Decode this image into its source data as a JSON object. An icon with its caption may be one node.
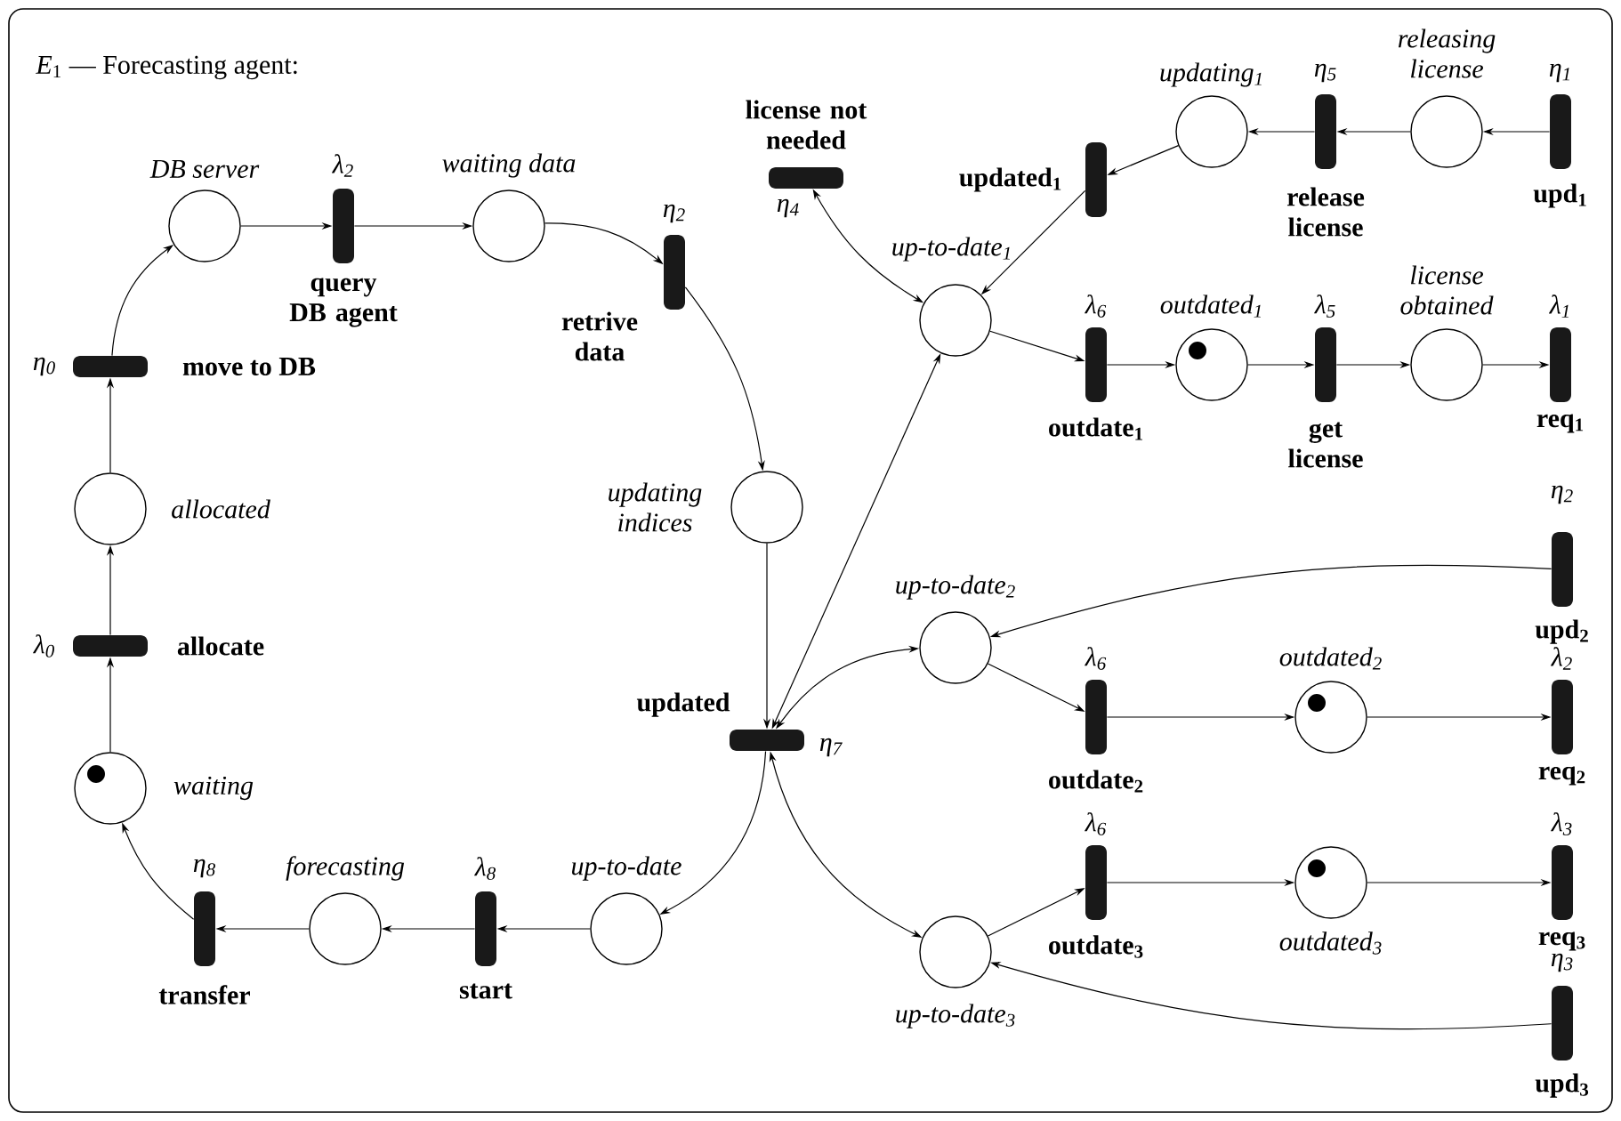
{
  "diagram": {
    "title": "*E*$_{1}$ — Forecasting agent:",
    "nodes": [
      {
        "text": [
          "waiting"
        ]
      },
      {
        "text": [
          "allocated"
        ]
      },
      {
        "text": [
          "DB server"
        ]
      },
      {
        "text": [
          "waiting data"
        ]
      },
      {
        "text": [
          "updating indices"
        ]
      },
      {
        "text": [
          "up-to-date"
        ]
      },
      {
        "text": [
          "forecasting"
        ]
      },
      {
        "text": [
          "up-to-date$_{1}$"
        ]
      },
      {
        "text": [
          "updating$_{1}$"
        ]
      },
      {
        "text": [
          "releasing license"
        ]
      },
      {
        "text": [
          "outdated$_{1}$"
        ]
      },
      {
        "text": [
          "license obtained"
        ]
      },
      {
        "text": [
          "up-to-date$_{2}$"
        ]
      },
      {
        "text": [
          "outdated$_{2}$"
        ]
      },
      {
        "text": [
          "up-to-date$_{3}$"
        ]
      },
      {
        "text": [
          "outdated$_{3}$"
        ]
      },
      {
        "text": [
          "λ$_{0}$",
          "allocate"
        ]
      },
      {
        "text": [
          "η$_{0}$",
          "move to DB"
        ]
      },
      {
        "text": [
          "λ$_{2}$",
          "query DB agent"
        ]
      },
      {
        "text": [
          "η$_{2}$",
          "retrive data"
        ]
      },
      {
        "text": [
          "η$_{7}$",
          "updated"
        ]
      },
      {
        "text": [
          "λ$_{8}$",
          "start"
        ]
      },
      {
        "text": [
          "η$_{8}$",
          "transfer"
        ]
      },
      {
        "text": [
          "license not needed",
          "η$_{4}$"
        ]
      },
      {
        "text": [
          "updated$_{1}$"
        ]
      },
      {
        "text": [
          "η$_{5}$",
          "release license"
        ]
      },
      {
        "text": [
          "η$_{1}$",
          "upd$_{1}$"
        ]
      },
      {
        "text": [
          "λ$_{6}$",
          "outdate$_{1}$"
        ]
      },
      {
        "text": [
          "λ$_{5}$",
          "get license"
        ]
      },
      {
        "text": [
          "λ$_{1}$",
          "req$_{1}$"
        ]
      },
      {
        "text": [
          "η$_{2}$",
          "upd$_{2}$"
        ]
      },
      {
        "text": [
          "λ$_{6}$",
          "outdate$_{2}$"
        ]
      },
      {
        "text": [
          "λ$_{2}$",
          "req$_{2}$"
        ]
      },
      {
        "text": [
          "λ$_{6}$",
          "outdate$_{3}$"
        ]
      },
      {
        "text": [
          "λ$_{3}$",
          "req$_{3}$"
        ]
      },
      {
        "text": [
          "η$_{3}$",
          "upd$_{3}$"
        ]
      }
    ],
    "edges": [
      {
        "from": 0,
        "to": 16,
        "arrow": "to"
      },
      {
        "from": 16,
        "to": 1,
        "arrow": "to"
      },
      {
        "from": 1,
        "to": 17,
        "arrow": "to"
      },
      {
        "from": 17,
        "to": 2,
        "arrow": "to"
      },
      {
        "from": 2,
        "to": 18,
        "arrow": "to"
      },
      {
        "from": 18,
        "to": 3,
        "arrow": "to"
      },
      {
        "from": 3,
        "to": 19,
        "arrow": "to"
      },
      {
        "from": 19,
        "to": 4,
        "arrow": "to"
      },
      {
        "from": 4,
        "to": 20,
        "arrow": "to"
      },
      {
        "from": 20,
        "to": 5,
        "arrow": "to"
      },
      {
        "from": 5,
        "to": 21,
        "arrow": "to"
      },
      {
        "from": 21,
        "to": 6,
        "arrow": "to"
      },
      {
        "from": 6,
        "to": 22,
        "arrow": "to"
      },
      {
        "from": 22,
        "to": 0,
        "arrow": "to"
      },
      {
        "from": 20,
        "to": 7,
        "arrow": "both"
      },
      {
        "from": 23,
        "to": 7,
        "arrow": "both"
      },
      {
        "from": 8,
        "to": 24,
        "arrow": "to"
      },
      {
        "from": 24,
        "to": 7,
        "arrow": "to"
      },
      {
        "from": 26,
        "to": 9,
        "arrow": "to"
      },
      {
        "from": 9,
        "to": 25,
        "arrow": "to"
      },
      {
        "from": 25,
        "to": 8,
        "arrow": "to"
      },
      {
        "from": 7,
        "to": 27,
        "arrow": "to"
      },
      {
        "from": 27,
        "to": 10,
        "arrow": "to"
      },
      {
        "from": 10,
        "to": 28,
        "arrow": "to"
      },
      {
        "from": 28,
        "to": 11,
        "arrow": "to"
      },
      {
        "from": 11,
        "to": 29,
        "arrow": "to"
      },
      {
        "from": 20,
        "to": 12,
        "arrow": "both"
      },
      {
        "from": 20,
        "to": 14,
        "arrow": "both"
      },
      {
        "from": 30,
        "to": 12,
        "arrow": "to"
      },
      {
        "from": 12,
        "to": 31,
        "arrow": "to"
      },
      {
        "from": 31,
        "to": 13,
        "arrow": "to"
      },
      {
        "from": 13,
        "to": 32,
        "arrow": "to"
      },
      {
        "from": 35,
        "to": 14,
        "arrow": "to"
      },
      {
        "from": 14,
        "to": 33,
        "arrow": "to"
      },
      {
        "from": 33,
        "to": 15,
        "arrow": "to"
      },
      {
        "from": 15,
        "to": 34,
        "arrow": "to"
      }
    ]
  }
}
